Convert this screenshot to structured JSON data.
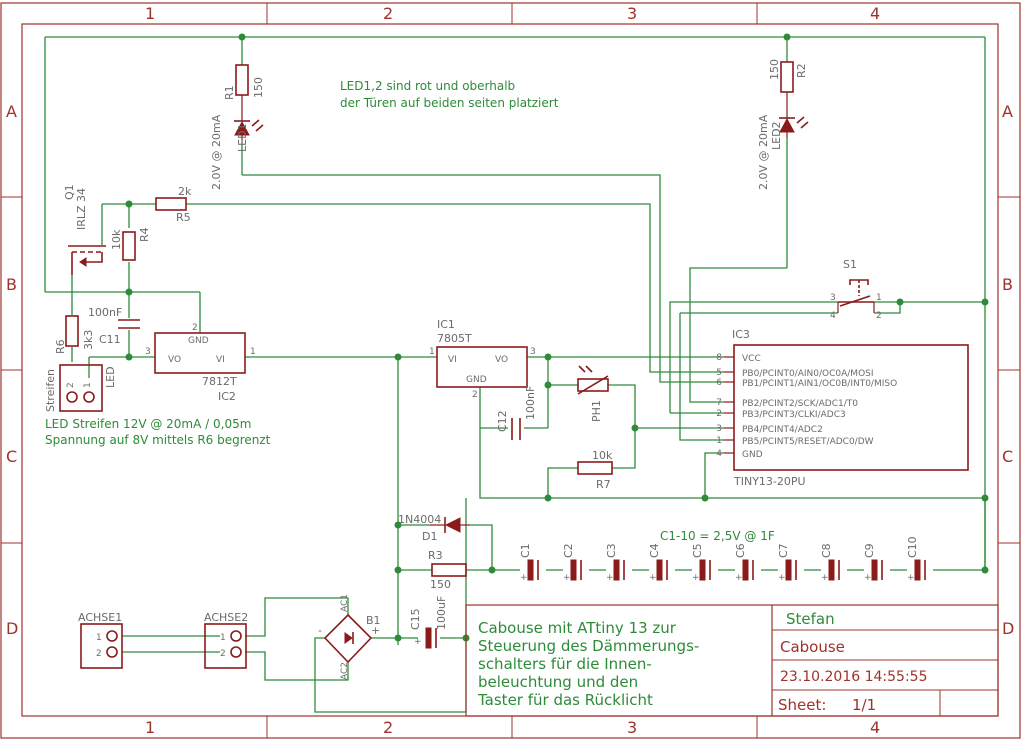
{
  "zones": {
    "cols": [
      "1",
      "2",
      "3",
      "4"
    ],
    "rows": [
      "A",
      "B",
      "C",
      "D"
    ]
  },
  "notes": {
    "led_note_1": "LED1,2 sind rot und oberhalb",
    "led_note_2": "der Türen auf beiden seiten platziert",
    "strip_note_1": "LED Streifen 12V @ 20mA / 0,05m",
    "strip_note_2": "Spannung auf 8V mittels R6 begrenzt",
    "cap_note": "C1-10 = 2,5V @ 1F"
  },
  "components": {
    "r1": {
      "name": "R1",
      "value": "150"
    },
    "led1": {
      "name": "LED1",
      "value": "2.0V @ 20mA"
    },
    "r2": {
      "name": "R2",
      "value": "150"
    },
    "led2": {
      "name": "LED2",
      "value": "2.0V @ 20mA"
    },
    "q1": {
      "name": "Q1",
      "value": "IRLZ 34"
    },
    "r4": {
      "name": "R4",
      "value": "10k"
    },
    "r5": {
      "name": "R5",
      "value": "2k"
    },
    "r6": {
      "name": "R6",
      "value": "3k3"
    },
    "c11": {
      "name": "C11",
      "value": "100nF"
    },
    "ic2": {
      "name": "IC2",
      "value": "7812T",
      "pin_gnd": "GND",
      "pin_vo": "VO",
      "pin_vi": "VI",
      "num_gnd": "2",
      "num_vo": "3",
      "num_vi": "1"
    },
    "streifen": {
      "name": "Streifen",
      "value": "LED",
      "p1": "1",
      "p2": "2"
    },
    "ic1": {
      "name": "IC1",
      "value": "7805T",
      "pin_vi": "VI",
      "pin_vo": "VO",
      "pin_gnd": "GND",
      "num_vi": "1",
      "num_vo": "3",
      "num_gnd": "2"
    },
    "c12": {
      "name": "C12",
      "value": "100nF"
    },
    "ph1": {
      "name": "PH1"
    },
    "r7": {
      "name": "R7",
      "value": "10k"
    },
    "s1": {
      "name": "S1",
      "p1": "1",
      "p2": "2",
      "p3": "3",
      "p4": "4"
    },
    "ic3": {
      "name": "IC3",
      "value": "TINY13-20PU",
      "pins": [
        {
          "num": "8",
          "label": "VCC"
        },
        {
          "num": "5",
          "label": "PB0/PCINT0/AIN0/OC0A/MOSI"
        },
        {
          "num": "6",
          "label": "PB1/PCINT1/AIN1/OC0B/INT0/MISO"
        },
        {
          "num": "7",
          "label": "PB2/PCINT2/SCK/ADC1/T0"
        },
        {
          "num": "2",
          "label": "PB3/PCINT3/CLKI/ADC3"
        },
        {
          "num": "3",
          "label": "PB4/PCINT4/ADC2"
        },
        {
          "num": "1",
          "label": "PB5/PCINT5/RESET/ADC0/DW"
        },
        {
          "num": "4",
          "label": "GND"
        }
      ]
    },
    "d1": {
      "name": "D1",
      "value": "1N4004"
    },
    "r3": {
      "name": "R3",
      "value": "150"
    },
    "caps": [
      "C1",
      "C2",
      "C3",
      "C4",
      "C5",
      "C6",
      "C7",
      "C8",
      "C9",
      "C10"
    ],
    "achse1": {
      "name": "ACHSE1",
      "p1": "1",
      "p2": "2"
    },
    "achse2": {
      "name": "ACHSE2",
      "p1": "1",
      "p2": "2"
    },
    "b1": {
      "name": "B1",
      "ac1": "AC1",
      "ac2": "AC2",
      "minus": "-",
      "plus": "+"
    },
    "c15": {
      "name": "C15",
      "value": "100uF"
    }
  },
  "title_block": {
    "description": [
      "Cabouse mit ATtiny 13 zur",
      "Steuerung des Dämmerungs-",
      "schalters für die Innen-",
      "beleuchtung und den",
      "Taster für das Rücklicht"
    ],
    "author": "Stefan",
    "project": "Cabouse",
    "date": "23.10.2016 14:55:55",
    "sheet_label": "Sheet:",
    "sheet_value": "1/1"
  }
}
